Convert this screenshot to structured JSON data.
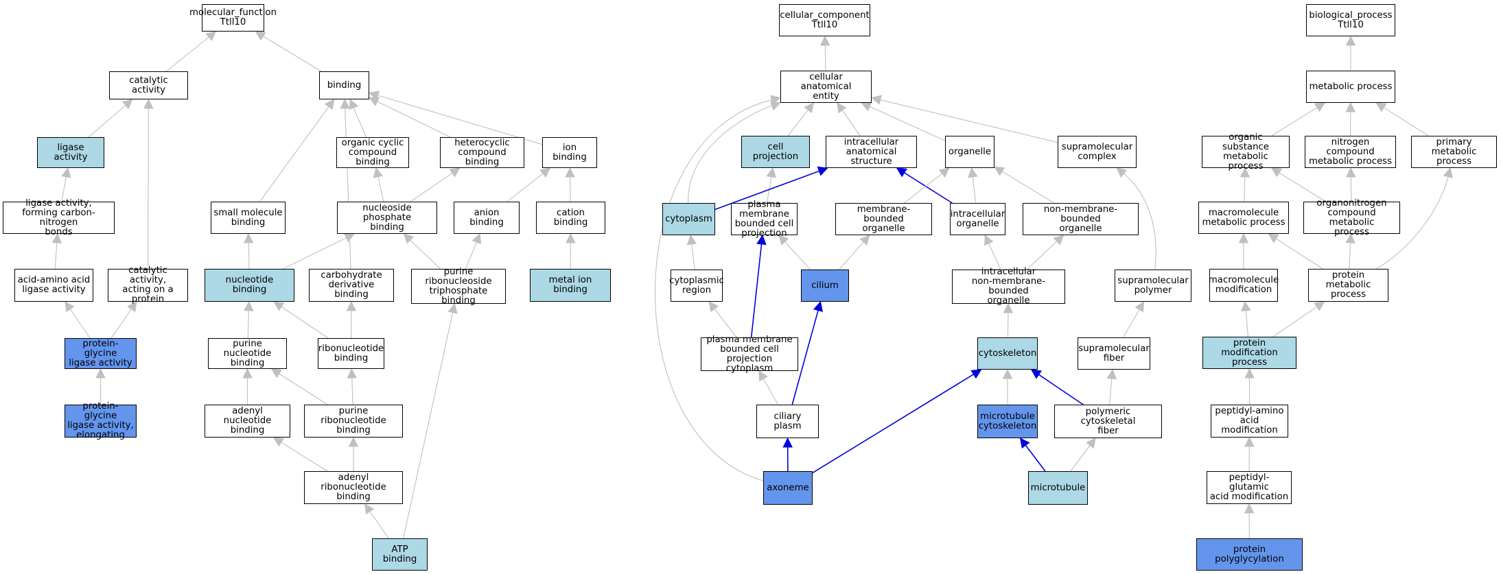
{
  "colors": {
    "plain": "#ffffff",
    "light": "#add8e6",
    "dark": "#6495ed",
    "gray_edge": "#c0c0c0",
    "blue_edge": "#0000dd"
  },
  "nodes": [
    {
      "id": "mf",
      "label": "molecular_function\nTtll10",
      "fill": "plain"
    },
    {
      "id": "catalytic",
      "label": "catalytic activity",
      "fill": "plain"
    },
    {
      "id": "binding",
      "label": "binding",
      "fill": "plain"
    },
    {
      "id": "ligase",
      "label": "ligase activity",
      "fill": "light"
    },
    {
      "id": "occb",
      "label": "organic cyclic\ncompound binding",
      "fill": "plain"
    },
    {
      "id": "hccb",
      "label": "heterocyclic\ncompound binding",
      "fill": "plain"
    },
    {
      "id": "ionb",
      "label": "ion binding",
      "fill": "plain"
    },
    {
      "id": "ligcn",
      "label": "ligase activity,\nforming carbon-nitrogen\nbonds",
      "fill": "plain"
    },
    {
      "id": "smb",
      "label": "small molecule\nbinding",
      "fill": "plain"
    },
    {
      "id": "npb",
      "label": "nucleoside phosphate\nbinding",
      "fill": "plain"
    },
    {
      "id": "anionb",
      "label": "anion binding",
      "fill": "plain"
    },
    {
      "id": "cationb",
      "label": "cation binding",
      "fill": "plain"
    },
    {
      "id": "aaligase",
      "label": "acid-amino acid\nligase activity",
      "fill": "plain"
    },
    {
      "id": "catprot",
      "label": "catalytic activity,\nacting on a\nprotein",
      "fill": "plain"
    },
    {
      "id": "nucb",
      "label": "nucleotide binding",
      "fill": "light"
    },
    {
      "id": "cdb",
      "label": "carbohydrate\nderivative binding",
      "fill": "plain"
    },
    {
      "id": "prntpb",
      "label": "purine ribonucleoside\ntriphosphate\nbinding",
      "fill": "plain"
    },
    {
      "id": "metalb",
      "label": "metal ion binding",
      "fill": "light"
    },
    {
      "id": "pgla",
      "label": "protein-glycine\nligase activity",
      "fill": "dark"
    },
    {
      "id": "pnb",
      "label": "purine nucleotide\nbinding",
      "fill": "plain"
    },
    {
      "id": "rnb",
      "label": "ribonucleotide\nbinding",
      "fill": "plain"
    },
    {
      "id": "pglae",
      "label": "protein-glycine\nligase activity,\nelongating",
      "fill": "dark"
    },
    {
      "id": "anb",
      "label": "adenyl nucleotide\nbinding",
      "fill": "plain"
    },
    {
      "id": "prnb",
      "label": "purine ribonucleotide\nbinding",
      "fill": "plain"
    },
    {
      "id": "arnb",
      "label": "adenyl ribonucleotide\nbinding",
      "fill": "plain"
    },
    {
      "id": "atpb",
      "label": "ATP binding",
      "fill": "light"
    },
    {
      "id": "cc",
      "label": "cellular_component\nTtll10",
      "fill": "plain"
    },
    {
      "id": "cae",
      "label": "cellular anatomical\nentity",
      "fill": "plain"
    },
    {
      "id": "cellproj",
      "label": "cell projection",
      "fill": "light"
    },
    {
      "id": "ias",
      "label": "intracellular\nanatomical structure",
      "fill": "plain"
    },
    {
      "id": "organelle",
      "label": "organelle",
      "fill": "plain"
    },
    {
      "id": "smcomplex",
      "label": "supramolecular\ncomplex",
      "fill": "plain"
    },
    {
      "id": "cytoplasm",
      "label": "cytoplasm",
      "fill": "light"
    },
    {
      "id": "pmbcp",
      "label": "plasma membrane\nbounded cell\nprojection",
      "fill": "plain"
    },
    {
      "id": "mbo",
      "label": "membrane-bounded\norganelle",
      "fill": "plain"
    },
    {
      "id": "io",
      "label": "intracellular\norganelle",
      "fill": "plain"
    },
    {
      "id": "nmbo",
      "label": "non-membrane-bounded\norganelle",
      "fill": "plain"
    },
    {
      "id": "cytreg",
      "label": "cytoplasmic\nregion",
      "fill": "plain"
    },
    {
      "id": "cilium",
      "label": "cilium",
      "fill": "dark"
    },
    {
      "id": "inmbo",
      "label": "intracellular\nnon-membrane-bounded\norganelle",
      "fill": "plain"
    },
    {
      "id": "smpoly",
      "label": "supramolecular\npolymer",
      "fill": "plain"
    },
    {
      "id": "pmbcpc",
      "label": "plasma membrane\nbounded cell\nprojection cytoplasm",
      "fill": "plain"
    },
    {
      "id": "cytoskel",
      "label": "cytoskeleton",
      "fill": "light"
    },
    {
      "id": "smfiber",
      "label": "supramolecular\nfiber",
      "fill": "plain"
    },
    {
      "id": "cilplasm",
      "label": "ciliary plasm",
      "fill": "plain"
    },
    {
      "id": "mtcs",
      "label": "microtubule\ncytoskeleton",
      "fill": "dark"
    },
    {
      "id": "pcf",
      "label": "polymeric cytoskeletal\nfiber",
      "fill": "plain"
    },
    {
      "id": "axoneme",
      "label": "axoneme",
      "fill": "dark"
    },
    {
      "id": "mt",
      "label": "microtubule",
      "fill": "light"
    },
    {
      "id": "bp",
      "label": "biological_process\nTtll10",
      "fill": "plain"
    },
    {
      "id": "metproc",
      "label": "metabolic process",
      "fill": "plain"
    },
    {
      "id": "osmp",
      "label": "organic substance\nmetabolic process",
      "fill": "plain"
    },
    {
      "id": "ncmp",
      "label": "nitrogen compound\nmetabolic process",
      "fill": "plain"
    },
    {
      "id": "pmp",
      "label": "primary metabolic\nprocess",
      "fill": "plain"
    },
    {
      "id": "mmp",
      "label": "macromolecule\nmetabolic process",
      "fill": "plain"
    },
    {
      "id": "oncmp",
      "label": "organonitrogen\ncompound metabolic\nprocess",
      "fill": "plain"
    },
    {
      "id": "mmod",
      "label": "macromolecule\nmodification",
      "fill": "plain"
    },
    {
      "id": "protmp",
      "label": "protein metabolic\nprocess",
      "fill": "plain"
    },
    {
      "id": "pmodp",
      "label": "protein modification\nprocess",
      "fill": "light"
    },
    {
      "id": "pam",
      "label": "peptidyl-amino\nacid modification",
      "fill": "plain"
    },
    {
      "id": "pgam",
      "label": "peptidyl-glutamic\nacid modification",
      "fill": "plain"
    },
    {
      "id": "ppg",
      "label": "protein polyglycylation",
      "fill": "dark"
    }
  ],
  "edges": [
    {
      "from": "catalytic",
      "to": "mf",
      "kind": "gray"
    },
    {
      "from": "binding",
      "to": "mf",
      "kind": "gray"
    },
    {
      "from": "ligase",
      "to": "catalytic",
      "kind": "gray"
    },
    {
      "from": "catprot",
      "to": "catalytic",
      "kind": "gray"
    },
    {
      "from": "ligcn",
      "to": "ligase",
      "kind": "gray"
    },
    {
      "from": "aaligase",
      "to": "ligcn",
      "kind": "gray"
    },
    {
      "from": "pgla",
      "to": "aaligase",
      "kind": "gray"
    },
    {
      "from": "pgla",
      "to": "catprot",
      "kind": "gray"
    },
    {
      "from": "pglae",
      "to": "pgla",
      "kind": "gray"
    },
    {
      "from": "occb",
      "to": "binding",
      "kind": "gray"
    },
    {
      "from": "hccb",
      "to": "binding",
      "kind": "gray"
    },
    {
      "from": "ionb",
      "to": "binding",
      "kind": "gray"
    },
    {
      "from": "smb",
      "to": "binding",
      "kind": "gray"
    },
    {
      "from": "cdb",
      "to": "binding",
      "kind": "gray"
    },
    {
      "from": "npb",
      "to": "occb",
      "kind": "gray"
    },
    {
      "from": "npb",
      "to": "hccb",
      "kind": "gray"
    },
    {
      "from": "anionb",
      "to": "ionb",
      "kind": "gray"
    },
    {
      "from": "cationb",
      "to": "ionb",
      "kind": "gray"
    },
    {
      "from": "metalb",
      "to": "cationb",
      "kind": "gray"
    },
    {
      "from": "nucb",
      "to": "smb",
      "kind": "gray"
    },
    {
      "from": "nucb",
      "to": "npb",
      "kind": "gray"
    },
    {
      "from": "prntpb",
      "to": "npb",
      "kind": "gray"
    },
    {
      "from": "prntpb",
      "to": "anionb",
      "kind": "gray"
    },
    {
      "from": "pnb",
      "to": "nucb",
      "kind": "gray"
    },
    {
      "from": "rnb",
      "to": "nucb",
      "kind": "gray"
    },
    {
      "from": "rnb",
      "to": "cdb",
      "kind": "gray"
    },
    {
      "from": "anb",
      "to": "pnb",
      "kind": "gray"
    },
    {
      "from": "prnb",
      "to": "pnb",
      "kind": "gray"
    },
    {
      "from": "prnb",
      "to": "rnb",
      "kind": "gray"
    },
    {
      "from": "arnb",
      "to": "anb",
      "kind": "gray"
    },
    {
      "from": "arnb",
      "to": "prnb",
      "kind": "gray"
    },
    {
      "from": "atpb",
      "to": "arnb",
      "kind": "gray"
    },
    {
      "from": "atpb",
      "to": "prntpb",
      "kind": "gray"
    },
    {
      "from": "cae",
      "to": "cc",
      "kind": "gray"
    },
    {
      "from": "cellproj",
      "to": "cae",
      "kind": "gray"
    },
    {
      "from": "ias",
      "to": "cae",
      "kind": "gray"
    },
    {
      "from": "organelle",
      "to": "cae",
      "kind": "gray"
    },
    {
      "from": "smcomplex",
      "to": "cae",
      "kind": "gray"
    },
    {
      "from": "cytoplasm",
      "to": "cae",
      "kind": "gray-curve"
    },
    {
      "from": "axoneme",
      "to": "cae",
      "kind": "gray-long"
    },
    {
      "from": "cytoplasm",
      "to": "ias",
      "kind": "blue"
    },
    {
      "from": "pmbcp",
      "to": "cellproj",
      "kind": "gray"
    },
    {
      "from": "mbo",
      "to": "organelle",
      "kind": "gray"
    },
    {
      "from": "io",
      "to": "organelle",
      "kind": "gray"
    },
    {
      "from": "io",
      "to": "ias",
      "kind": "blue"
    },
    {
      "from": "nmbo",
      "to": "organelle",
      "kind": "gray"
    },
    {
      "from": "cytreg",
      "to": "cytoplasm",
      "kind": "gray"
    },
    {
      "from": "cilium",
      "to": "pmbcp",
      "kind": "gray"
    },
    {
      "from": "cilium",
      "to": "mbo",
      "kind": "gray"
    },
    {
      "from": "inmbo",
      "to": "io",
      "kind": "gray"
    },
    {
      "from": "inmbo",
      "to": "nmbo",
      "kind": "gray"
    },
    {
      "from": "smpoly",
      "to": "smcomplex",
      "kind": "gray-curve"
    },
    {
      "from": "pmbcpc",
      "to": "cytreg",
      "kind": "gray"
    },
    {
      "from": "pmbcpc",
      "to": "pmbcp",
      "kind": "blue"
    },
    {
      "from": "cytoskel",
      "to": "inmbo",
      "kind": "gray"
    },
    {
      "from": "smfiber",
      "to": "smpoly",
      "kind": "gray"
    },
    {
      "from": "cilplasm",
      "to": "pmbcpc",
      "kind": "gray"
    },
    {
      "from": "cilplasm",
      "to": "cilium",
      "kind": "blue"
    },
    {
      "from": "mtcs",
      "to": "cytoskel",
      "kind": "gray"
    },
    {
      "from": "pcf",
      "to": "cytoskel",
      "kind": "blue"
    },
    {
      "from": "pcf",
      "to": "smfiber",
      "kind": "gray"
    },
    {
      "from": "axoneme",
      "to": "cilplasm",
      "kind": "blue"
    },
    {
      "from": "axoneme",
      "to": "cytoskel",
      "kind": "blue"
    },
    {
      "from": "mt",
      "to": "mtcs",
      "kind": "blue"
    },
    {
      "from": "mt",
      "to": "pcf",
      "kind": "gray"
    },
    {
      "from": "metproc",
      "to": "bp",
      "kind": "gray"
    },
    {
      "from": "osmp",
      "to": "metproc",
      "kind": "gray"
    },
    {
      "from": "ncmp",
      "to": "metproc",
      "kind": "gray"
    },
    {
      "from": "pmp",
      "to": "metproc",
      "kind": "gray"
    },
    {
      "from": "mmp",
      "to": "osmp",
      "kind": "gray"
    },
    {
      "from": "oncmp",
      "to": "osmp",
      "kind": "gray"
    },
    {
      "from": "oncmp",
      "to": "ncmp",
      "kind": "gray"
    },
    {
      "from": "mmod",
      "to": "mmp",
      "kind": "gray"
    },
    {
      "from": "protmp",
      "to": "mmp",
      "kind": "gray"
    },
    {
      "from": "protmp",
      "to": "oncmp",
      "kind": "gray"
    },
    {
      "from": "protmp",
      "to": "pmp",
      "kind": "gray-curve"
    },
    {
      "from": "pmodp",
      "to": "mmod",
      "kind": "gray"
    },
    {
      "from": "pmodp",
      "to": "protmp",
      "kind": "gray"
    },
    {
      "from": "pam",
      "to": "pmodp",
      "kind": "gray"
    },
    {
      "from": "pgam",
      "to": "pam",
      "kind": "gray"
    },
    {
      "from": "ppg",
      "to": "pgam",
      "kind": "gray"
    }
  ]
}
